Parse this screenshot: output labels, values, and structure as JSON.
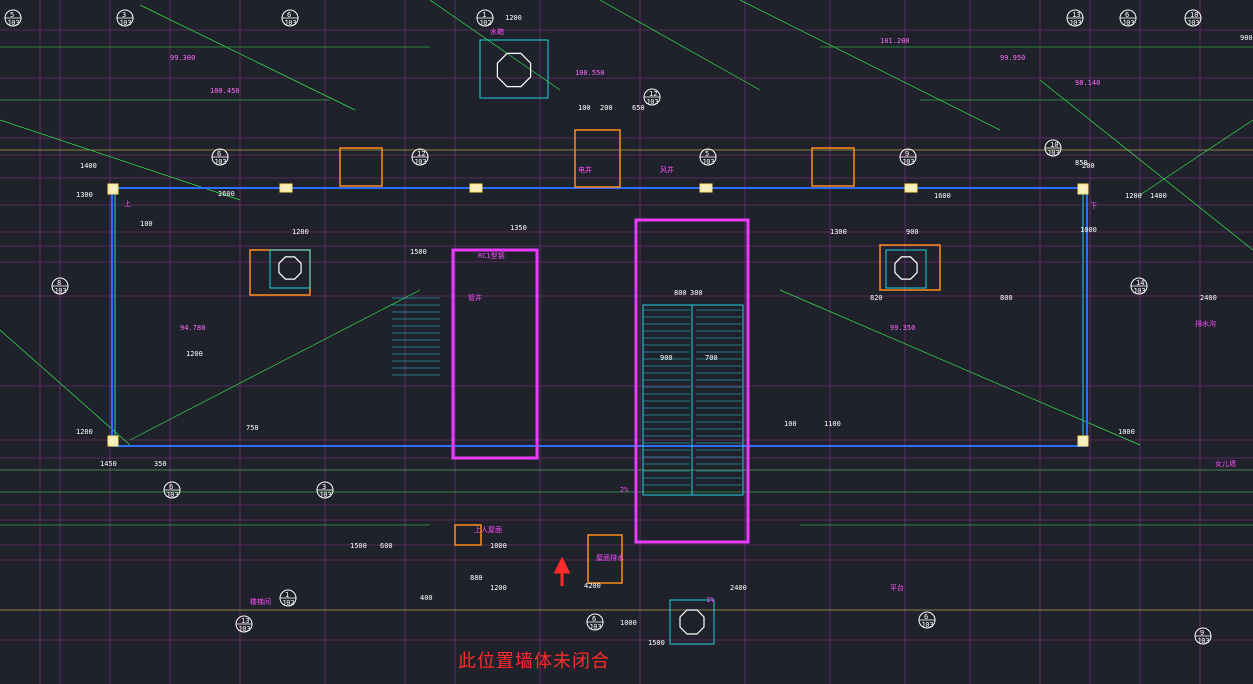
{
  "colors": {
    "background": "#1f222b",
    "wall": "#2f6dff",
    "dimension": "#32e04a",
    "text_label": "#ff3cff",
    "structure": "#ffe066",
    "cyan": "#23d0e6",
    "highlight": "#e83cff",
    "annotation_red": "#ff2a2a"
  },
  "dimensions": [
    "1200",
    "100",
    "1350",
    "900",
    "1400",
    "1300",
    "2600",
    "1500",
    "1200",
    "100",
    "200",
    "650",
    "850",
    "1200",
    "1400",
    "1600",
    "1300",
    "900",
    "800",
    "200",
    "1200",
    "4200",
    "2400",
    "1500",
    "1000",
    "900",
    "700",
    "300",
    "1450",
    "350",
    "1200",
    "1000",
    "100",
    "1100",
    "750",
    "880",
    "1500",
    "1000",
    "600",
    "400",
    "800",
    "1000",
    "1200",
    "820",
    "2400"
  ],
  "levels": [
    "99.300",
    "100.450",
    "101.200",
    "99.950",
    "100.550",
    "98.140",
    "94.780",
    "99.350"
  ],
  "callouts": [
    {
      "num": "3",
      "sheet": "J03"
    },
    {
      "num": "6",
      "sheet": "J03"
    },
    {
      "num": "1",
      "sheet": "J02"
    },
    {
      "num": "13",
      "sheet": "J03"
    },
    {
      "num": "6",
      "sheet": "J03"
    },
    {
      "num": "10",
      "sheet": "J03"
    },
    {
      "num": "6",
      "sheet": "J03"
    },
    {
      "num": "12",
      "sheet": "J03"
    },
    {
      "num": "5",
      "sheet": "J03"
    },
    {
      "num": "9",
      "sheet": "J03"
    },
    {
      "num": "8",
      "sheet": "J03"
    },
    {
      "num": "14",
      "sheet": "J03"
    }
  ],
  "labels": [
    "RC1型钢",
    "管井",
    "电井",
    "风井",
    "上人屋面",
    "屋面排水",
    "排水沟",
    "女儿墙",
    "楼梯间",
    "平台",
    "水箱",
    "1%",
    "2%",
    "上",
    "下"
  ],
  "annotation": {
    "text": "此位置墙体未闭合"
  }
}
